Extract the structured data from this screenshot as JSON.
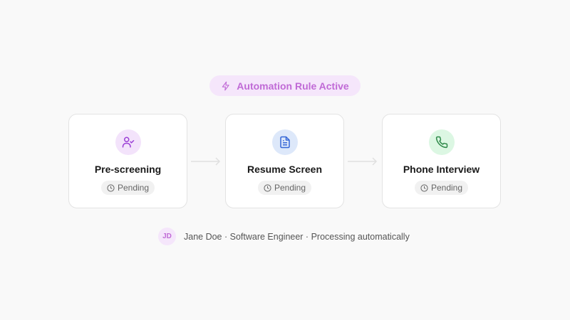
{
  "badge": {
    "label": "Automation Rule Active",
    "icon": "lightning-icon",
    "color": "#c06ad6",
    "background": "#f5e6fb"
  },
  "steps": [
    {
      "title": "Pre-screening",
      "status": "Pending",
      "icon": "user-check-icon",
      "icon_color": "#9b3fd6",
      "icon_bg": "#f3e3fb"
    },
    {
      "title": "Resume Screen",
      "status": "Pending",
      "icon": "document-icon",
      "icon_color": "#3566d6",
      "icon_bg": "#dde8fa"
    },
    {
      "title": "Phone Interview",
      "status": "Pending",
      "icon": "phone-icon",
      "icon_color": "#2f8a4a",
      "icon_bg": "#dcf7e3"
    }
  ],
  "candidate": {
    "initials": "JD",
    "summary": "Jane Doe · Software Engineer · Processing automatically"
  }
}
